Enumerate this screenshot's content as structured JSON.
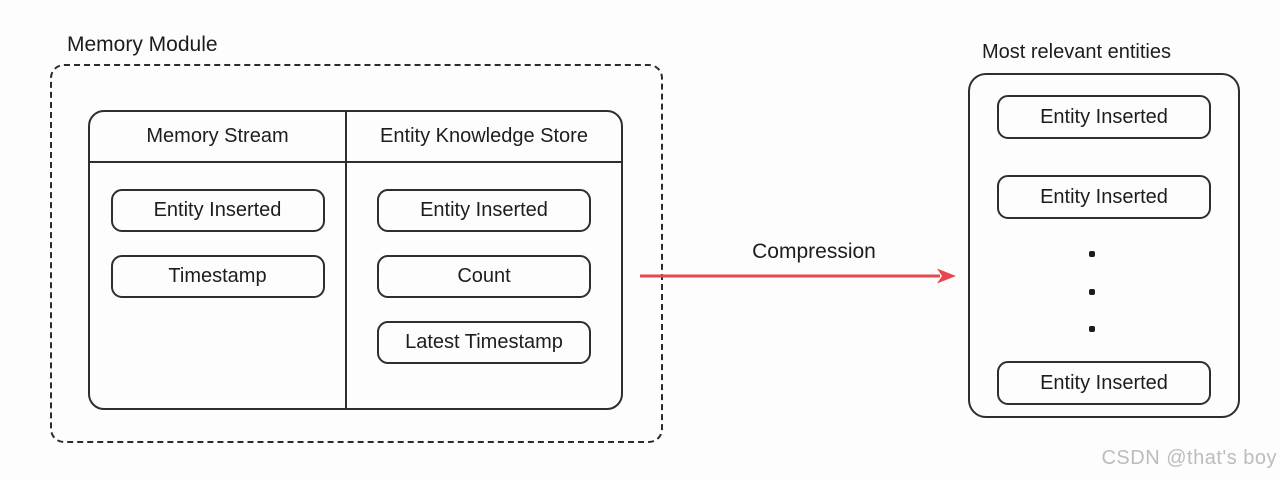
{
  "memory_module": {
    "title": "Memory Module",
    "columns": [
      {
        "header": "Memory Stream",
        "items": [
          "Entity Inserted",
          "Timestamp"
        ]
      },
      {
        "header": "Entity Knowledge Store",
        "items": [
          "Entity Inserted",
          "Count",
          "Latest Timestamp"
        ]
      }
    ]
  },
  "compression": {
    "label": "Compression",
    "arrow_color": "#e8494e"
  },
  "most_relevant": {
    "title": "Most relevant entities",
    "items": [
      "Entity Inserted",
      "Entity Inserted",
      "Entity Inserted"
    ],
    "ellipsis_dots": 3
  },
  "watermark": {
    "text": "CSDN @that's boy",
    "color": "#bcbcbc"
  }
}
